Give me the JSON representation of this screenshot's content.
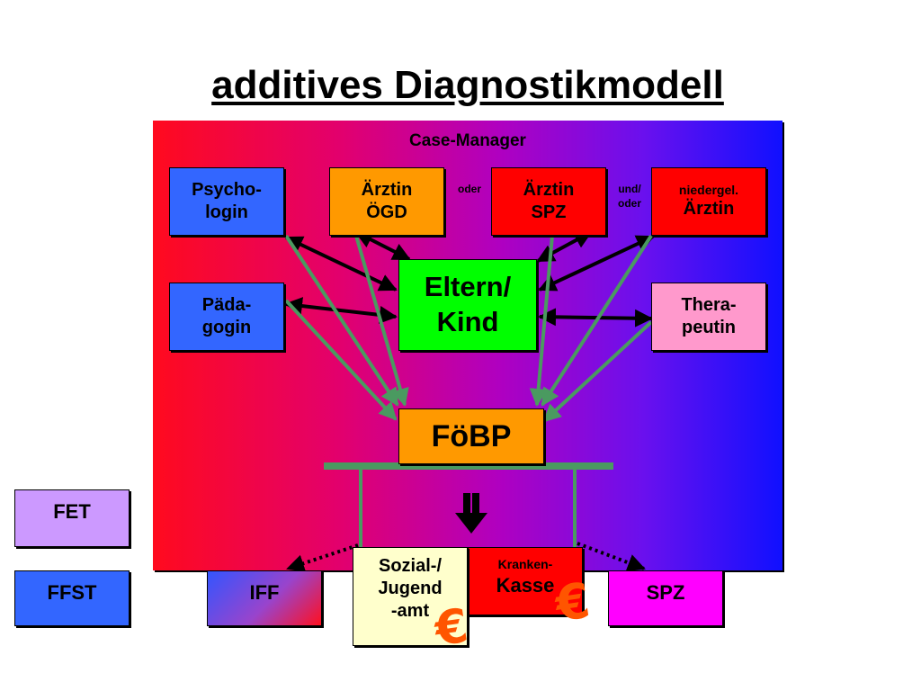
{
  "title": "additives Diagnostikmodell",
  "panel": {
    "label": "Case-Manager"
  },
  "providers": {
    "psycho": [
      "Psycho-",
      "login"
    ],
    "oegd": [
      "Ärztin",
      "ÖGD"
    ],
    "spz_doc": [
      "Ärztin",
      "SPZ"
    ],
    "niedergel": [
      "niedergel.",
      "Ärztin"
    ],
    "paeda": [
      "Päda-",
      "gogin"
    ],
    "thera": [
      "Thera-",
      "peutin"
    ]
  },
  "connectors": {
    "oder": "oder",
    "und_oder": [
      "und/",
      "oder"
    ]
  },
  "center": {
    "eltern_kind": [
      "Eltern/",
      "Kind"
    ]
  },
  "foebp": "FöBP",
  "bottom": {
    "fet": "FET",
    "ffst": "FFST",
    "iff": "IFF",
    "sozial": [
      "Sozial-/",
      "Jugend",
      "-amt"
    ],
    "kranken": [
      "Kranken-",
      "Kasse"
    ],
    "spz": "SPZ"
  },
  "euro_symbol": "€",
  "colors": {
    "blue_box": "#3366ff",
    "orange_box": "#ff9900",
    "red_box": "#ff0000",
    "green_box": "#00ff00",
    "pink_box": "#ff99cc",
    "foebp": "#ff9900",
    "lavender": "#cc99ff",
    "yellow": "#ffffcc",
    "magenta": "#ff00ff",
    "arrow_green": "#4a9a60",
    "euro": "#ff5500"
  }
}
